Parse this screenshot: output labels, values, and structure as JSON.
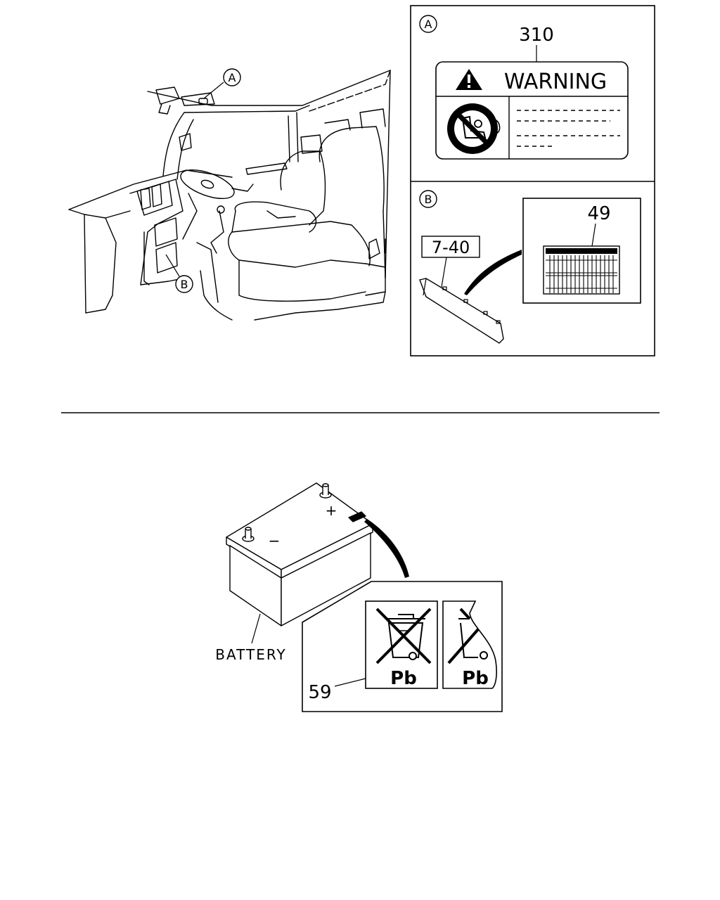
{
  "callouts": {
    "view_a": "A",
    "view_b": "B"
  },
  "view_a": {
    "part_number": "310",
    "label_heading": "WARNING",
    "icon": "no-child-seat-airbag-icon"
  },
  "view_b": {
    "panel_part_number": "7-40",
    "label_part_number": "49"
  },
  "battery": {
    "name": "BATTERY",
    "positive_sign": "+",
    "negative_sign": "−",
    "label_part_number": "59",
    "symbol_text": "Pb",
    "icon": "crossed-out-wheelie-bin-icon"
  }
}
